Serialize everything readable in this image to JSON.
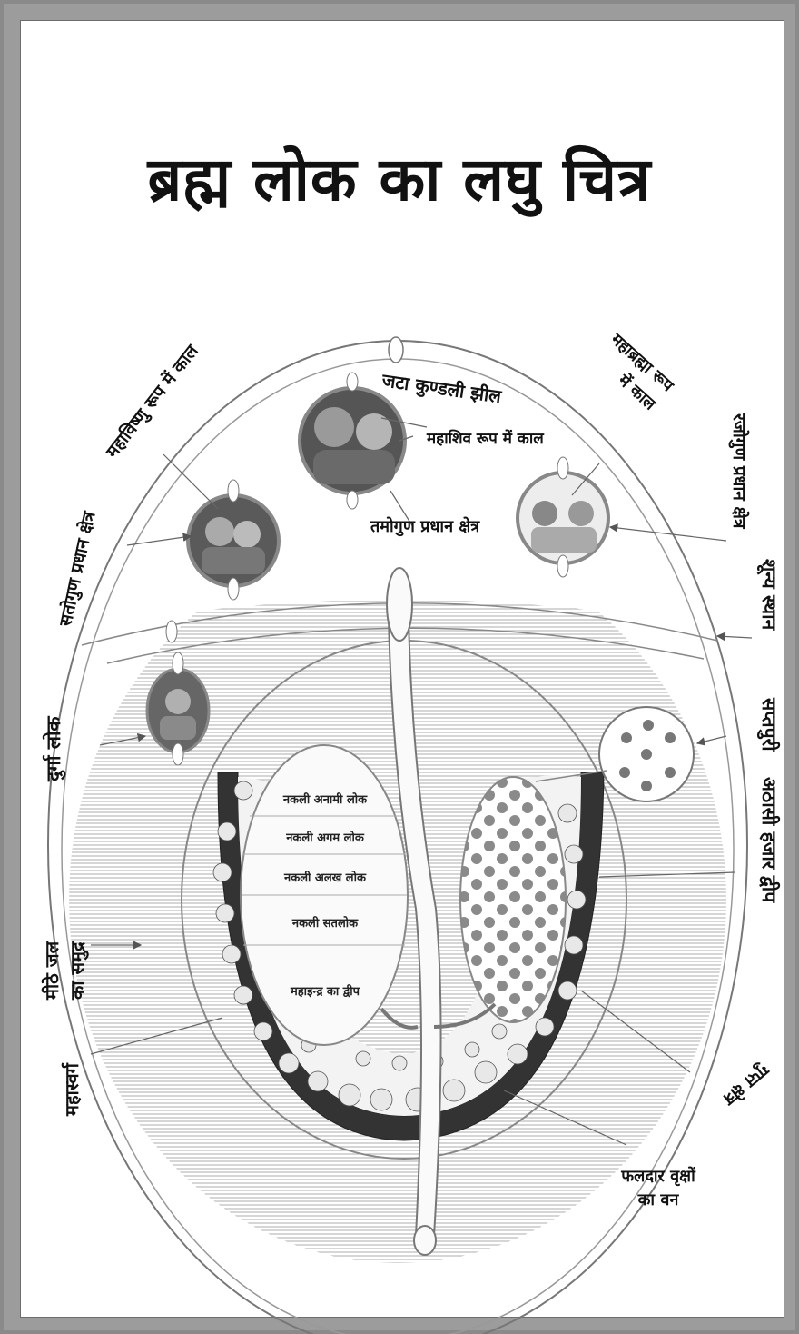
{
  "title": "ब्रह्म लोक का लघु चित्र",
  "labels": {
    "mahavishnu": "महाविष्णु रूप में काल",
    "satogun": "सतोगुण प्रधान क्षेत्र",
    "jata": "जटा कुण्डली झील",
    "mahashiv": "महाशिव रूप में काल",
    "tamogun": "तमोगुण प्रधान क्षेत्र",
    "mahabrahma_1": "महाब्रह्मा रूप",
    "mahabrahma_2": "में काल",
    "rajogun": "रजोगुण प्रधान क्षेत्र",
    "shunya": "शून्य स्थान",
    "saptpuri": "सप्तपुरी",
    "athasi": "अठासी हजार द्वीप",
    "durga": "दुर्गा लोक",
    "meethe_1": "मीठे जल",
    "meethe_2": "का समुद्र",
    "mahaswarg": "महास्वर्ग",
    "phaldar_1": "फलदार वृक्षों",
    "phaldar_2": "का वन",
    "gupt": "गुप्त क्षेत्र",
    "anami": "नकली अनामी लोक",
    "agam": "नकली अगम लोक",
    "alakh": "नकली अलख लोक",
    "satlok": "नकली सतलोक",
    "mahaindra": "महाइन्द्र का द्वीप"
  }
}
